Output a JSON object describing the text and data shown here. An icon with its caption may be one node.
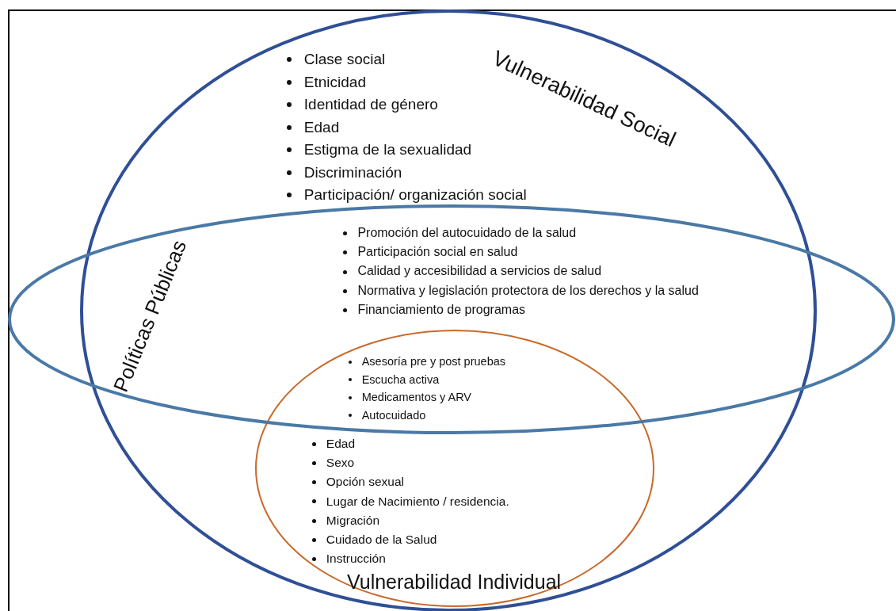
{
  "diagram": {
    "nodes": [
      {
        "text": [
          "Vulnerabilidad Social",
          "Clase social",
          "Etnicidad",
          "Identidad de género",
          "Edad",
          "Estigma de la sexualidad",
          "Discriminación",
          "Participación/ organización social"
        ]
      },
      {
        "text": [
          "Políticas Públicas",
          "Promoción del autocuidado de la salud",
          "Participación social en salud",
          "Calidad y accesibilidad a servicios de salud",
          "Normativa y legislación protectora de los derechos y la salud",
          "Financiamiento de programas"
        ]
      },
      {
        "in": 0,
        "text": [
          "Asesoría pre y post pruebas",
          "Escucha activa",
          "Medicamentos y ARV",
          "Autocuidado",
          "Edad",
          "Sexo",
          "Opción sexual",
          "Lugar de Nacimiento / residencia.",
          "Migración",
          "Cuidado de la Salud",
          "Instrucción",
          "Vulnerabilidad Individual"
        ]
      }
    ],
    "edges": []
  }
}
